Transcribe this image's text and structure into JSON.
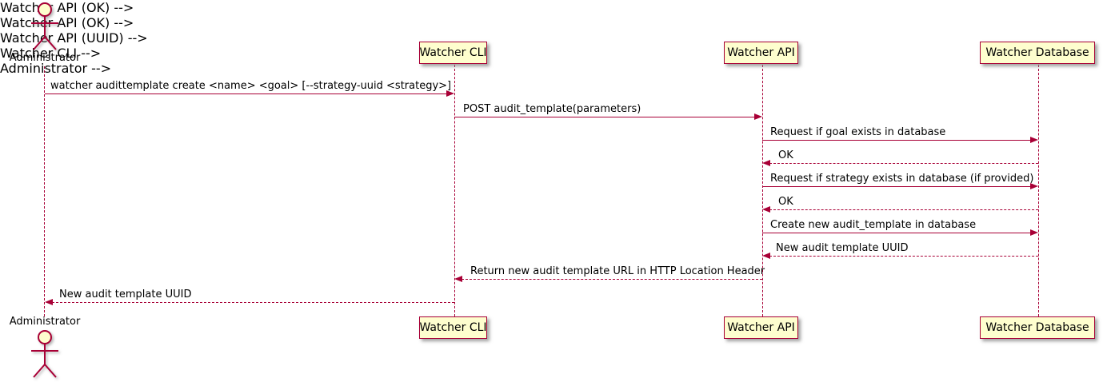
{
  "diagram": {
    "type": "plantuml-sequence",
    "colors": {
      "line": "#A80036",
      "participant_fill": "#FEFECE",
      "text": "#000000",
      "background": "#FFFFFF"
    },
    "actor": {
      "label": "Administrator"
    },
    "participants": {
      "cli": {
        "label": "Watcher CLI"
      },
      "api": {
        "label": "Watcher API"
      },
      "db": {
        "label": "Watcher Database"
      }
    },
    "messages": [
      {
        "from": "administrator",
        "to": "watcher-cli",
        "style": "solid",
        "label": "watcher audittemplate create <name> <goal> [--strategy-uuid <strategy>]"
      },
      {
        "from": "watcher-cli",
        "to": "watcher-api",
        "style": "solid",
        "label": "POST audit_template(parameters)"
      },
      {
        "from": "watcher-api",
        "to": "watcher-database",
        "style": "solid",
        "label": "Request if goal exists in database"
      },
      {
        "from": "watcher-database",
        "to": "watcher-api",
        "style": "dashed",
        "label": "OK"
      },
      {
        "from": "watcher-api",
        "to": "watcher-database",
        "style": "solid",
        "label": "Request if strategy exists in database (if provided)"
      },
      {
        "from": "watcher-database",
        "to": "watcher-api",
        "style": "dashed",
        "label": "OK"
      },
      {
        "from": "watcher-api",
        "to": "watcher-database",
        "style": "solid",
        "label": "Create new audit_template in database"
      },
      {
        "from": "watcher-database",
        "to": "watcher-api",
        "style": "dashed",
        "label": "New audit template UUID"
      },
      {
        "from": "watcher-api",
        "to": "watcher-cli",
        "style": "dashed",
        "label": "Return new audit template URL in HTTP Location Header"
      },
      {
        "from": "watcher-cli",
        "to": "administrator",
        "style": "dashed",
        "label": "New audit template UUID"
      }
    ]
  }
}
